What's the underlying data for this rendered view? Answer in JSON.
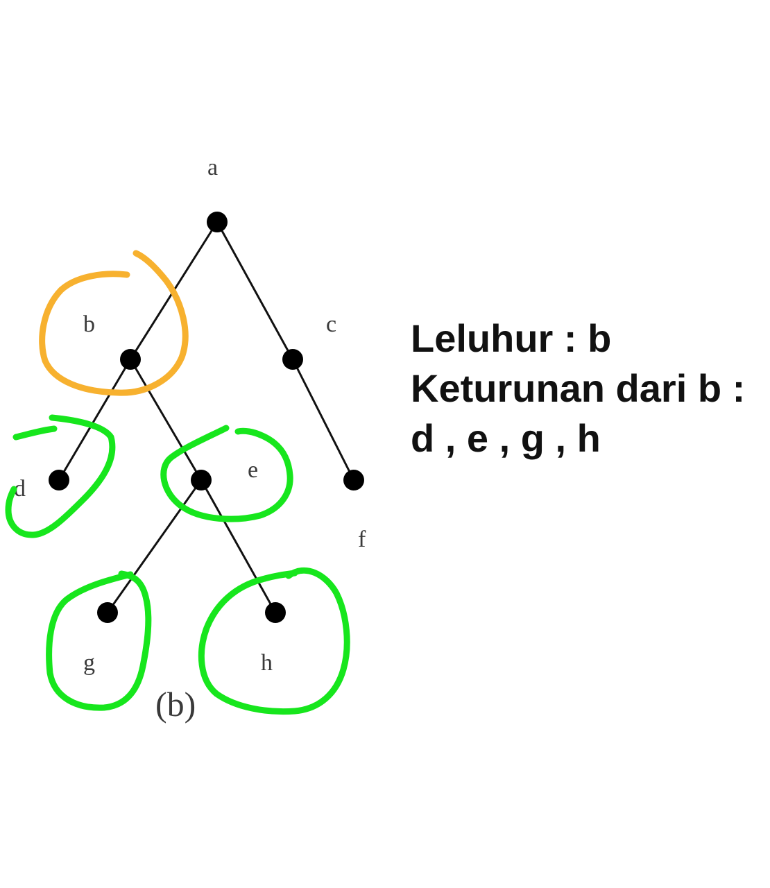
{
  "tree": {
    "nodes": [
      {
        "id": "a",
        "label": "a"
      },
      {
        "id": "b",
        "label": "b"
      },
      {
        "id": "c",
        "label": "c"
      },
      {
        "id": "d",
        "label": "d"
      },
      {
        "id": "e",
        "label": "e"
      },
      {
        "id": "f",
        "label": "f"
      },
      {
        "id": "g",
        "label": "g"
      },
      {
        "id": "h",
        "label": "h"
      }
    ],
    "edges": [
      [
        "a",
        "b"
      ],
      [
        "a",
        "c"
      ],
      [
        "b",
        "d"
      ],
      [
        "b",
        "e"
      ],
      [
        "c",
        "f"
      ],
      [
        "e",
        "g"
      ],
      [
        "e",
        "h"
      ]
    ],
    "caption": "(b)"
  },
  "annotations": {
    "ancestor_circle": [
      "b"
    ],
    "descendant_circles": [
      "d",
      "e",
      "g",
      "h"
    ],
    "colors": {
      "ancestor": "#f7b12f",
      "descendant": "#17e61d"
    }
  },
  "notes": {
    "line1": "Leluhur : b",
    "line2": "Keturunan dari b :",
    "line3": "d , e , g , h"
  }
}
